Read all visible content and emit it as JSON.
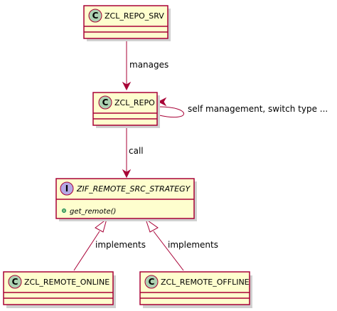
{
  "classes": {
    "repo_srv": {
      "name": "ZCL_REPO_SRV",
      "badge": "C"
    },
    "repo": {
      "name": "ZCL_REPO",
      "badge": "C"
    },
    "strategy": {
      "name": "ZIF_REMOTE_SRC_STRATEGY",
      "badge": "I",
      "methods": [
        "get_remote()"
      ]
    },
    "online": {
      "name": "ZCL_REMOTE_ONLINE",
      "badge": "C"
    },
    "offline": {
      "name": "ZCL_REMOTE_OFFLINE",
      "badge": "C"
    }
  },
  "edges": {
    "manages": "manages",
    "self": "self management, switch type ...",
    "call": "call",
    "implements_online": "implements",
    "implements_offline": "implements"
  },
  "colors": {
    "box_fill": "#FEFECE",
    "border": "#A80036",
    "class_badge": "#ADD1B2",
    "interface_badge": "#B4A7E5",
    "public_visibility": "#84BE84"
  }
}
